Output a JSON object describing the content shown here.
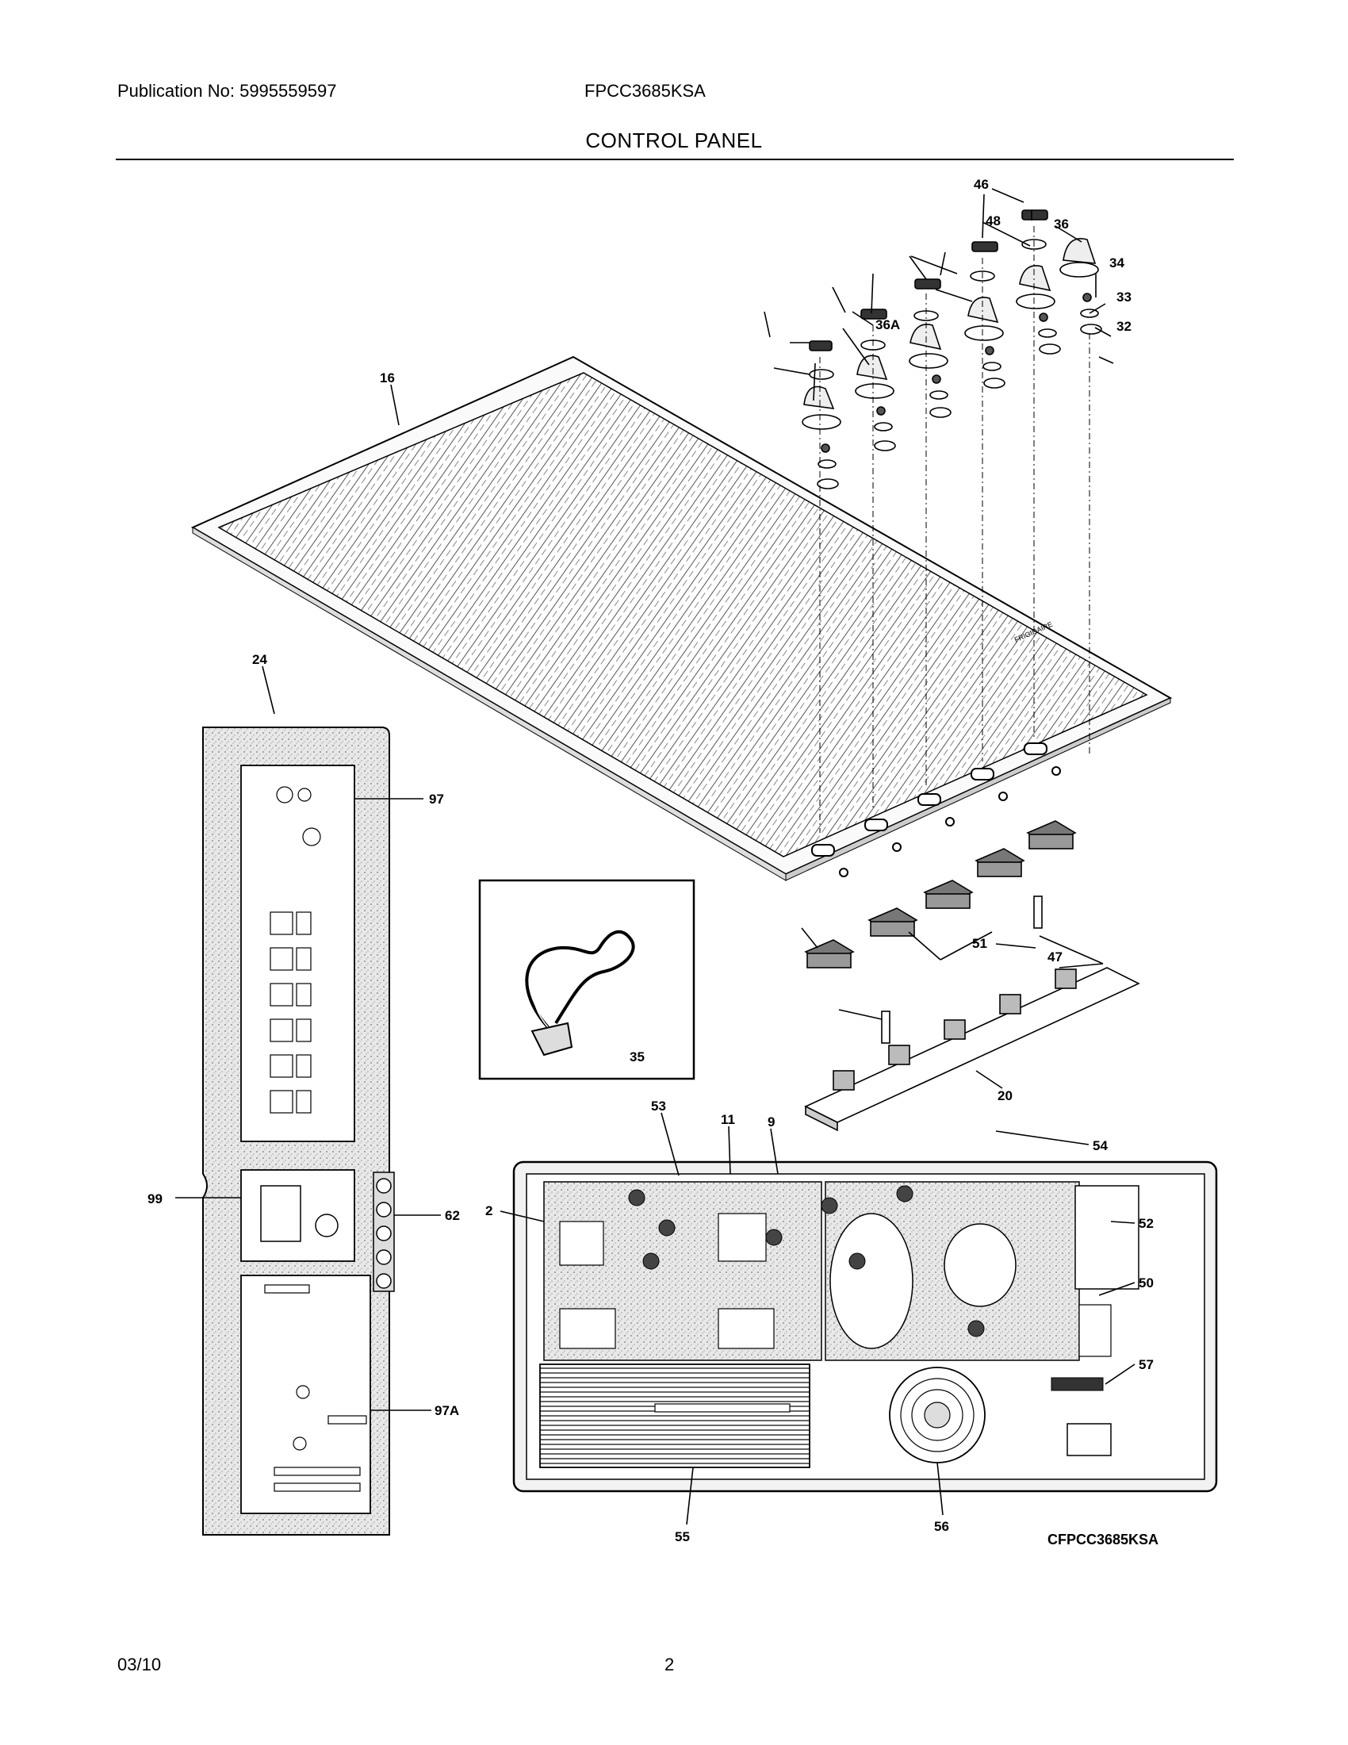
{
  "header": {
    "publication": "Publication No: 5995559597",
    "model": "FPCC3685KSA",
    "section": "CONTROL PANEL"
  },
  "diagram": {
    "callouts": [
      "46",
      "48",
      "36",
      "34",
      "33",
      "32",
      "36A",
      "16",
      "24",
      "97",
      "99",
      "62",
      "97A",
      "47",
      "51",
      "20",
      "35",
      "53",
      "11",
      "9",
      "54",
      "2",
      "52",
      "50",
      "57",
      "55",
      "56"
    ],
    "drawing_code": "CFPCC3685KSA"
  },
  "footer": {
    "date": "03/10",
    "page": "2"
  }
}
